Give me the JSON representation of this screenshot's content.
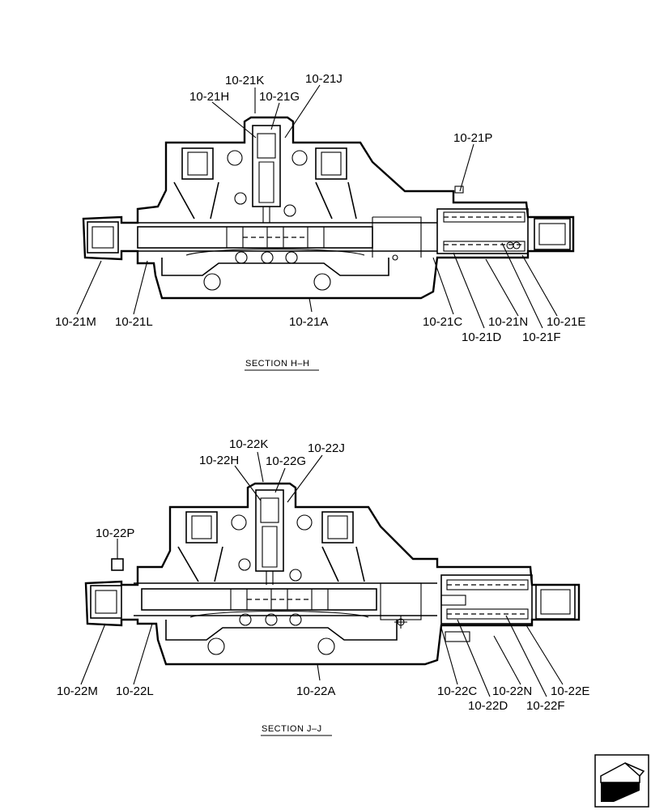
{
  "sections": [
    {
      "caption": "SECTION  H–H",
      "labels": {
        "k": "10-21K",
        "j": "10-21J",
        "h": "10-21H",
        "g": "10-21G",
        "p": "10-21P",
        "m": "10-21M",
        "l": "10-21L",
        "a": "10-21A",
        "c": "10-21C",
        "d": "10-21D",
        "n": "10-21N",
        "f": "10-21F",
        "e": "10-21E"
      }
    },
    {
      "caption": "SECTION  J–J",
      "labels": {
        "k": "10-22K",
        "j": "10-22J",
        "h": "10-22H",
        "g": "10-22G",
        "p": "10-22P",
        "m": "10-22M",
        "l": "10-22L",
        "a": "10-22A",
        "c": "10-22C",
        "d": "10-22D",
        "n": "10-22N",
        "f": "10-22F",
        "e": "10-22E"
      }
    }
  ],
  "nav_icon": "next-page-arrow-icon"
}
